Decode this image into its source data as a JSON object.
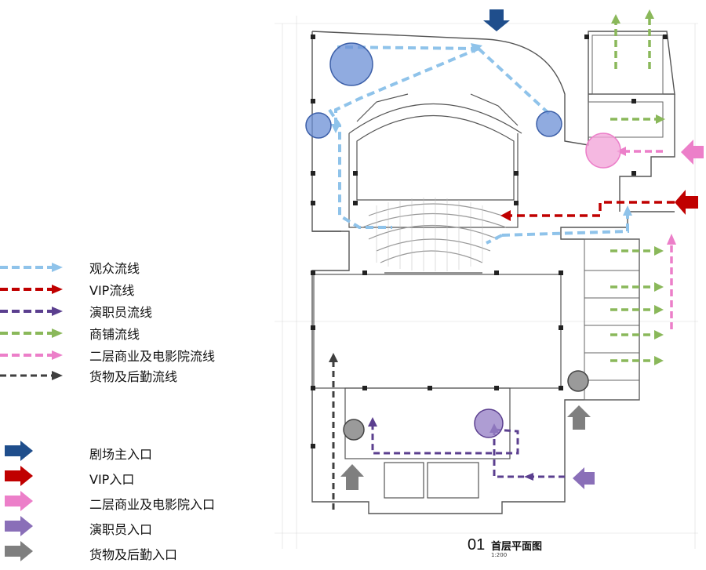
{
  "legend_flows": [
    {
      "label": "观众流线",
      "color": "#8fc3ea"
    },
    {
      "label": "VIP流线",
      "color": "#c00000"
    },
    {
      "label": "演职员流线",
      "color": "#5b3f8f"
    },
    {
      "label": "商铺流线",
      "color": "#8ab85a"
    },
    {
      "label": "二层商业及电影院流线",
      "color": "#ec7fc9"
    },
    {
      "label": "货物及后勤流线",
      "color": "#3f3f3f"
    }
  ],
  "legend_entries": [
    {
      "label": "剧场主入口",
      "color": "#1f4e8c"
    },
    {
      "label": "VIP入口",
      "color": "#c00000"
    },
    {
      "label": "二层商业及电影院入口",
      "color": "#ec7fc9"
    },
    {
      "label": "演职员入口",
      "color": "#8a6fb8"
    },
    {
      "label": "货物及后勤入口",
      "color": "#7f7f7f"
    }
  ],
  "plan_title": {
    "number": "01",
    "name": "首层平面图",
    "scale": "1:200"
  }
}
